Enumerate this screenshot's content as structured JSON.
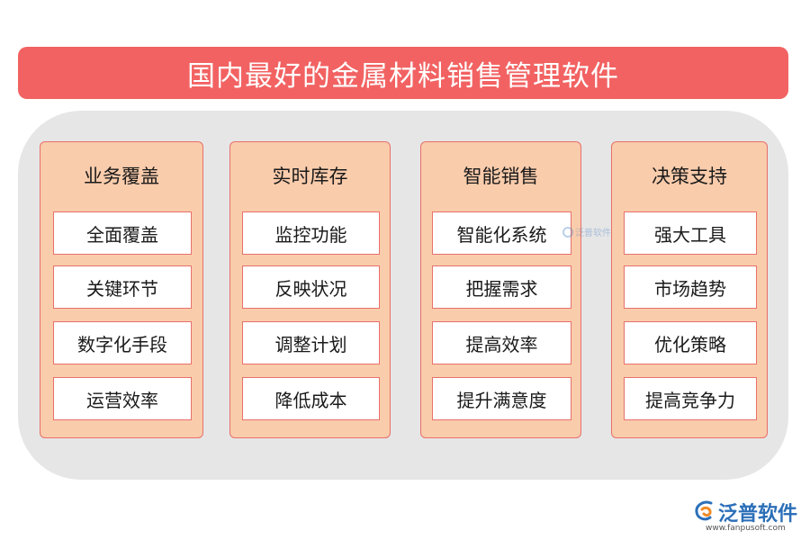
{
  "title": "国内最好的金属材料销售管理软件",
  "columns": [
    {
      "heading": "业务覆盖",
      "items": [
        "全面覆盖",
        "关键环节",
        "数字化手段",
        "运营效率"
      ]
    },
    {
      "heading": "实时库存",
      "items": [
        "监控功能",
        "反映状况",
        "调整计划",
        "降低成本"
      ]
    },
    {
      "heading": "智能销售",
      "items": [
        "智能化系统",
        "把握需求",
        "提高效率",
        "提升满意度"
      ]
    },
    {
      "heading": "决策支持",
      "items": [
        "强大工具",
        "市场趋势",
        "优化策略",
        "提高竞争力"
      ]
    }
  ],
  "watermark": "泛普软件",
  "logo": {
    "name": "泛普软件",
    "url": "www.fanpusoft.com"
  },
  "colors": {
    "title_bar": "#f26262",
    "panel": "#e6e6e6",
    "column_fill": "#f9ccac",
    "border": "#e8706a",
    "item_fill": "#ffffff",
    "logo": "#2c6fb8"
  },
  "icons": {
    "logo_mark": "fanpu-logo-icon"
  }
}
